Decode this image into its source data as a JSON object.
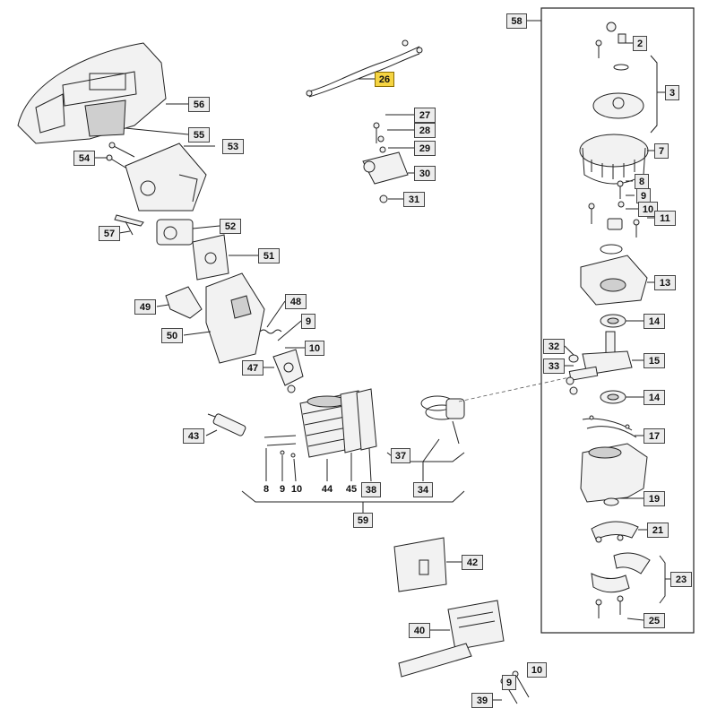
{
  "labels": {
    "p2": "2",
    "p3": "3",
    "p7": "7",
    "p8a": "8",
    "p9a": "9",
    "p10a": "10",
    "p11": "11",
    "p13": "13",
    "p14a": "14",
    "p15": "15",
    "p14b": "14",
    "p17": "17",
    "p19": "19",
    "p21": "21",
    "p23": "23",
    "p25": "25",
    "p26": "26",
    "p27": "27",
    "p28": "28",
    "p29": "29",
    "p30": "30",
    "p31": "31",
    "p32": "32",
    "p33": "33",
    "p34": "34",
    "p37": "37",
    "p38": "38",
    "p39": "39",
    "p40": "40",
    "p42": "42",
    "p43": "43",
    "p44": "44",
    "p45": "45",
    "p47": "47",
    "p48": "48",
    "p49": "49",
    "p50": "50",
    "p51": "51",
    "p52": "52",
    "p53": "53",
    "p54": "54",
    "p55": "55",
    "p56": "56",
    "p57": "57",
    "p58": "58",
    "p59": "59",
    "p8b": "8",
    "p9b": "9",
    "p10b": "10",
    "p9c": "9",
    "p10c": "10",
    "p9d": "9",
    "p10d": "10"
  },
  "highlight_color": "#f5d442",
  "highlighted_part": "26"
}
